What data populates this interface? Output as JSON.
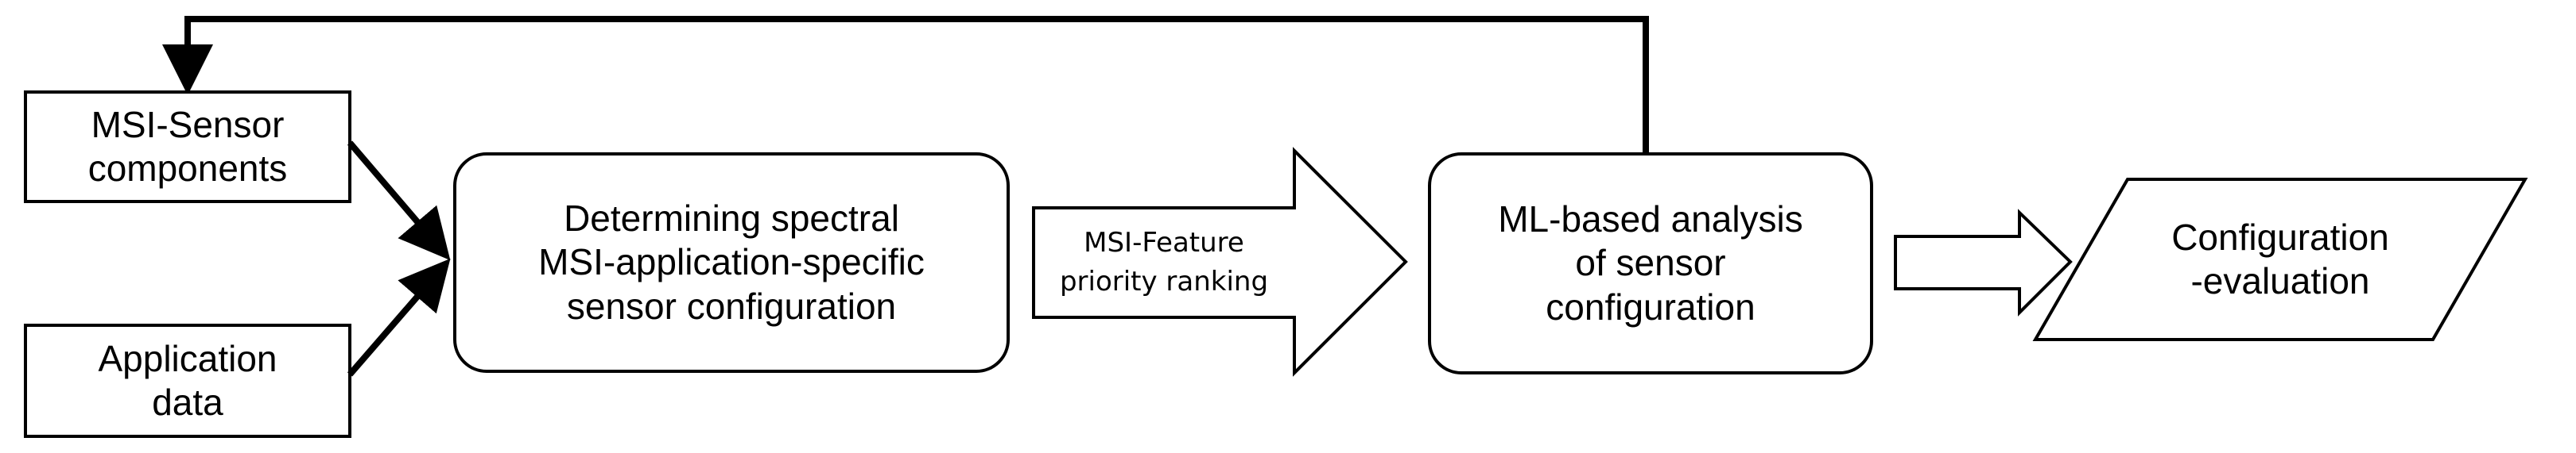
{
  "diagram": {
    "nodes": {
      "sensor_components": "MSI-Sensor\ncomponents",
      "application_data": "Application\ndata",
      "determining": "Determining spectral\nMSI-application-specific\nsensor configuration",
      "feature_ranking": "MSI-Feature\npriority ranking",
      "ml_analysis": "ML-based analysis\nof sensor\nconfiguration",
      "evaluation": "Configuration\n-evaluation"
    },
    "colors": {
      "stroke": "#000000",
      "fill": "#ffffff"
    }
  }
}
